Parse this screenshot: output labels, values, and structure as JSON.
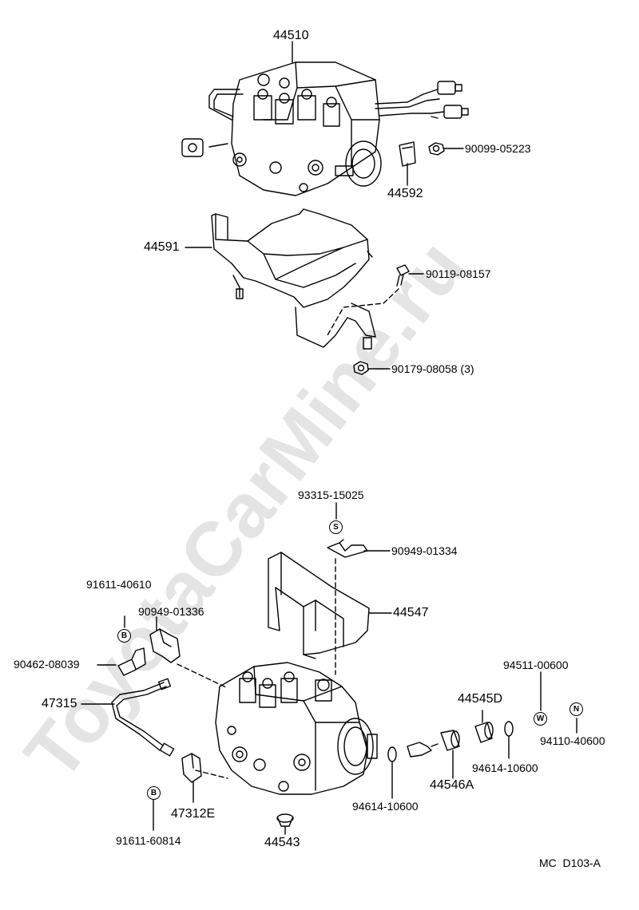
{
  "watermark": "ToyotaCarMine.ru",
  "footer_code": "MC  D103-A",
  "parts": {
    "p44510": "44510",
    "p90099_05223": "90099-05223",
    "p44592": "44592",
    "p44591": "44591",
    "p90119_08157": "90119-08157",
    "p90179_08058": "90179-08058 (3)",
    "p93315_15025": "93315-15025",
    "p90949_01334": "90949-01334",
    "p44547": "44547",
    "p91611_40610": "91611-40610",
    "p90949_01336": "90949-01336",
    "p90462_08039": "90462-08039",
    "p47315": "47315",
    "p44545D": "44545D",
    "p94511_00600": "94511-00600",
    "p94110_40600": "94110-40600",
    "p94614_10600_a": "94614-10600",
    "p44546A": "44546A",
    "p94614_10600_b": "94614-10600",
    "p47312E": "47312E",
    "p91611_60814": "91611-60814",
    "p44543": "44543"
  },
  "marks": {
    "s": "S",
    "b_top": "B",
    "b_bottom": "B",
    "w": "W",
    "n": "N"
  }
}
